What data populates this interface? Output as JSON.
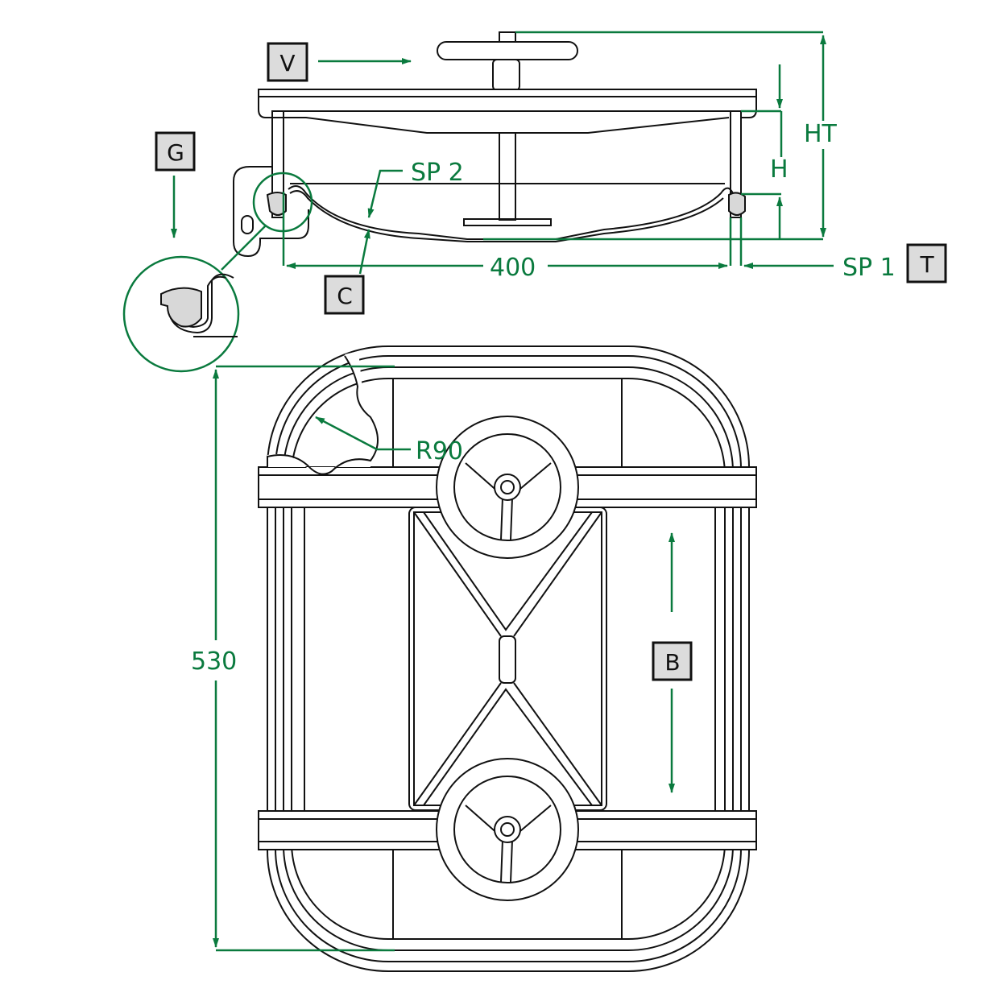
{
  "title": "Manhole cover technical drawing",
  "colors": {
    "dimension": "#0a7a3e",
    "outline": "#111111",
    "label_box": "#dcdcdc"
  },
  "labels": {
    "view": "V",
    "gasket_detail": "G",
    "clamp": "C",
    "thickness": "T",
    "base": "B"
  },
  "dimensions": {
    "width": "400",
    "length": "530",
    "radius": "R90",
    "total_height": "HT",
    "height": "H",
    "sp1": "SP 1",
    "sp2": "SP 2"
  }
}
